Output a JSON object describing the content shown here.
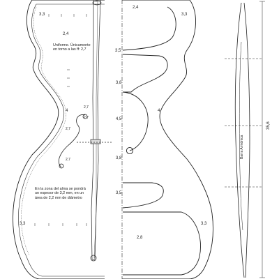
{
  "labels": {
    "upper_right": "2,4",
    "upper_right_edge": "3,3",
    "upper_left_edge": "3,3",
    "upper_left_mid": "2,4",
    "center_1": "3,5",
    "center_2": "3,8",
    "center_3": "4,5",
    "center_4": "3,8",
    "center_5": "3,5",
    "right_mid": "4",
    "left_mid": "4",
    "fhole_1": "2,7",
    "fhole_2": "2,7",
    "fhole_3": "2,7",
    "fhole_4": "2,7",
    "lower_left_edge": "3,3",
    "lower_right_edge": "3,3",
    "lower_center": "2,8",
    "side_dimension": "35,6",
    "bass_bar": "Barra Armónica"
  },
  "notes": {
    "uniform": "Uniforme. Únicamente en torno a las ff: 2,7",
    "soundpost": "En la zona del alma se pondrá un espesor de 3,2 mm, en un área de 2,2 mm de diámetro"
  }
}
